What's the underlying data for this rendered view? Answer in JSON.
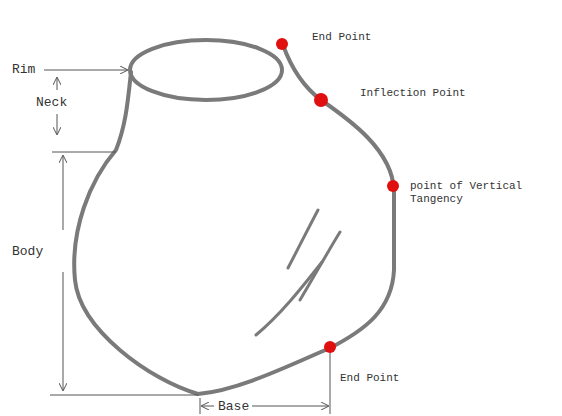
{
  "diagram": {
    "labels": [
      "Rim",
      "End Point",
      "Inflection Point",
      "Neck",
      "point of Vertical Tangency",
      "Body",
      "End Point",
      "Base"
    ]
  }
}
